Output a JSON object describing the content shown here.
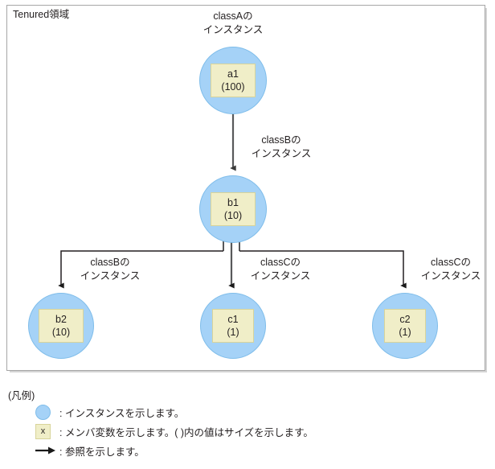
{
  "frame": {
    "title": "Tenured領域"
  },
  "nodes": [
    {
      "id": "a1",
      "member": "a1",
      "size": "(100)"
    },
    {
      "id": "b1",
      "member": "b1",
      "size": "(10)"
    },
    {
      "id": "b2",
      "member": "b2",
      "size": "(10)"
    },
    {
      "id": "c1",
      "member": "c1",
      "size": "(1)"
    },
    {
      "id": "c2",
      "member": "c2",
      "size": "(1)"
    }
  ],
  "edge_labels": {
    "a1": {
      "line1": "classAの",
      "line2": "インスタンス"
    },
    "b1": {
      "line1": "classBの",
      "line2": "インスタンス"
    },
    "b2": {
      "line1": "classBの",
      "line2": "インスタンス"
    },
    "c1": {
      "line1": "classCの",
      "line2": "インスタンス"
    },
    "c2": {
      "line1": "classCの",
      "line2": "インスタンス"
    }
  },
  "legend": {
    "title": "(凡例)",
    "rows": [
      {
        "icon": "instance-circle-icon",
        "glyph": "",
        "text": ": インスタンスを示します。"
      },
      {
        "icon": "member-variable-box-icon",
        "glyph": "x",
        "text": ": メンバ変数を示します。( )内の値はサイズを示します。"
      },
      {
        "icon": "reference-arrow-icon",
        "glyph": "",
        "text": ": 参照を示します。"
      }
    ]
  },
  "colors": {
    "instance_fill": "#a5d2f7",
    "instance_stroke": "#7fbdea",
    "member_fill": "#f0eec8",
    "member_stroke": "#d8d49a",
    "edge": "#58595b",
    "branch": "#231f20",
    "frame_border": "#a6a6a6"
  }
}
